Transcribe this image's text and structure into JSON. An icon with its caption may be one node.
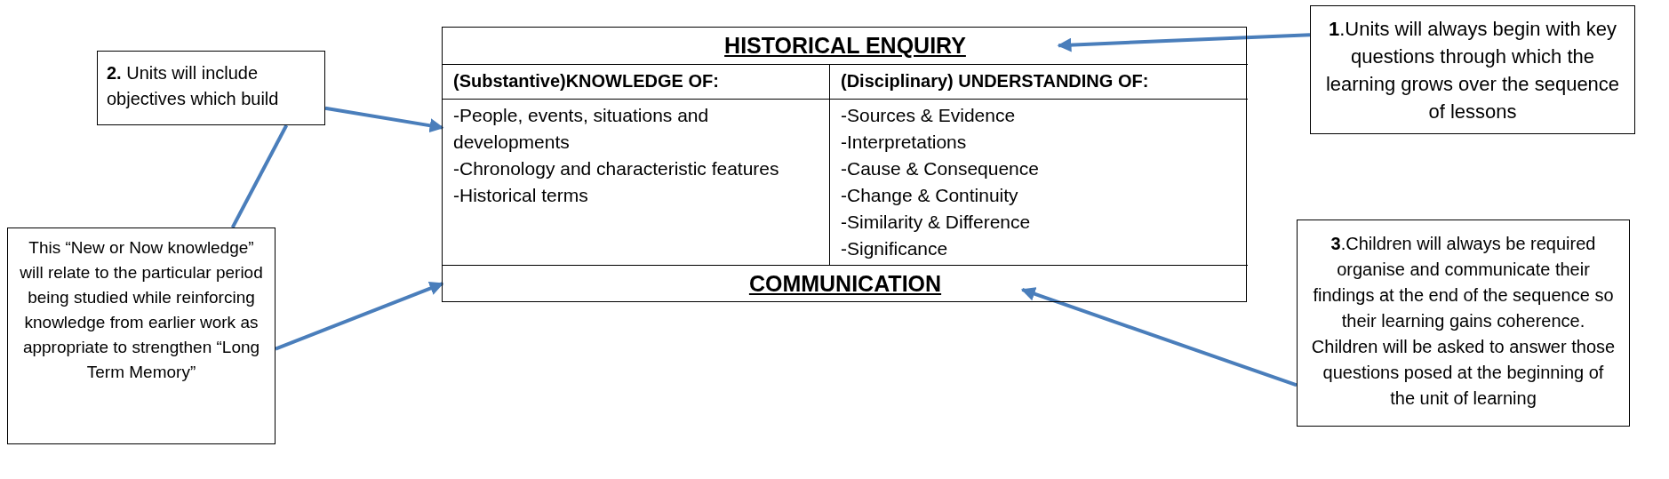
{
  "diagram": {
    "nodes": [
      {
        "text": [],
        "shape": "box"
      },
      {
        "text": [
          "HISTORICAL ENQUIRY"
        ],
        "in": 0
      },
      {
        "text": [
          "(Substantive)KNOWLEDGE OF:"
        ],
        "in": 0
      },
      {
        "text": [
          "(Disciplinary) UNDERSTANDING OF:"
        ],
        "in": 0
      },
      {
        "text": [
          "-People, events, situations and developments",
          "-Chronology and characteristic features",
          "-Historical terms"
        ],
        "in": 0
      },
      {
        "text": [
          "-Sources & Evidence",
          "-Interpretations",
          "-Cause & Consequence",
          "-Change & Continuity",
          "-Similarity & Difference",
          "-Significance"
        ],
        "in": 0
      },
      {
        "text": [
          "COMMUNICATION"
        ],
        "in": 0
      },
      {
        "text": [
          "**1**.Units will always begin with key questions through which the learning grows over the sequence of lessons"
        ]
      },
      {
        "text": [
          "**2.** Units will include objectives which build"
        ]
      },
      {
        "text": [
          "This “New or Now knowledge” will relate to the particular period being studied while reinforcing knowledge from earlier work as appropriate to strengthen “Long Term Memory”"
        ]
      },
      {
        "text": [
          "**3**.Children will always be required organise and communicate their findings at the end of the sequence so their learning gains coherence. Children will be asked to answer those questions posed at the beginning of the unit of learning"
        ]
      }
    ],
    "edges": [
      {
        "from": 7,
        "to": 1,
        "arrow": "to"
      },
      {
        "from": 8,
        "to": 4,
        "arrow": "to"
      },
      {
        "from": 9,
        "to": 8,
        "arrow": "none"
      },
      {
        "from": 9,
        "to": 6,
        "arrow": "to"
      },
      {
        "from": 10,
        "to": 6,
        "arrow": "to"
      }
    ]
  }
}
